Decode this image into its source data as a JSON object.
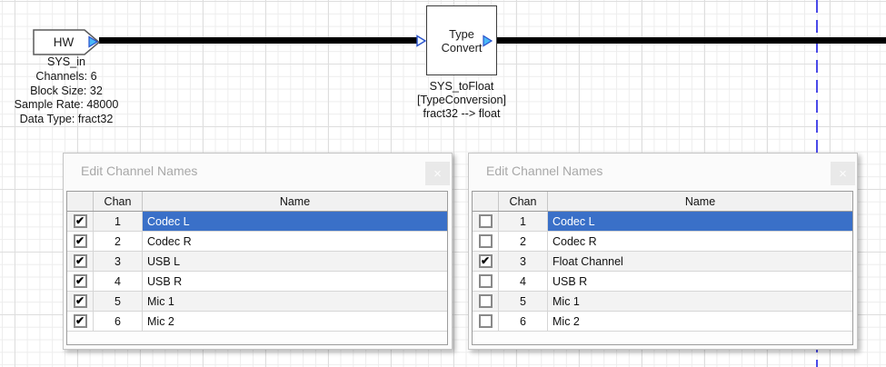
{
  "canvas": {
    "hw_block": {
      "label": "HW",
      "annotation": [
        "SYS_in",
        "Channels: 6",
        "Block Size: 32",
        "Sample Rate: 48000",
        "Data Type: fract32"
      ]
    },
    "type_convert_block": {
      "label_line1": "Type",
      "label_line2": "Convert",
      "annotation": [
        "SYS_toFloat",
        "[TypeConversion]",
        "fract32 --> float"
      ]
    }
  },
  "check_glyph": "✔",
  "dialogs": [
    {
      "title": "Edit Channel Names",
      "close_label": "×",
      "columns": {
        "check": "",
        "chan": "Chan",
        "name": "Name"
      },
      "rows": [
        {
          "checked": true,
          "chan": "1",
          "name": "Codec L",
          "selected": true
        },
        {
          "checked": true,
          "chan": "2",
          "name": "Codec R",
          "selected": false
        },
        {
          "checked": true,
          "chan": "3",
          "name": "USB L",
          "selected": false
        },
        {
          "checked": true,
          "chan": "4",
          "name": "USB R",
          "selected": false
        },
        {
          "checked": true,
          "chan": "5",
          "name": "Mic 1",
          "selected": false
        },
        {
          "checked": true,
          "chan": "6",
          "name": "Mic 2",
          "selected": false
        }
      ]
    },
    {
      "title": "Edit Channel Names",
      "close_label": "×",
      "columns": {
        "check": "",
        "chan": "Chan",
        "name": "Name"
      },
      "rows": [
        {
          "checked": false,
          "chan": "1",
          "name": "Codec L",
          "selected": true
        },
        {
          "checked": false,
          "chan": "2",
          "name": "Codec R",
          "selected": false
        },
        {
          "checked": true,
          "chan": "3",
          "name": "Float Channel",
          "selected": false
        },
        {
          "checked": false,
          "chan": "4",
          "name": "USB R",
          "selected": false
        },
        {
          "checked": false,
          "chan": "5",
          "name": "Mic 1",
          "selected": false
        },
        {
          "checked": false,
          "chan": "6",
          "name": "Mic 2",
          "selected": false
        }
      ]
    }
  ],
  "colors": {
    "selection": "#3a70c8",
    "pin-fill": "#49b8f7",
    "pin-stroke": "#2a52cc",
    "guide": "#4a4ae8",
    "wire": "#000000"
  }
}
